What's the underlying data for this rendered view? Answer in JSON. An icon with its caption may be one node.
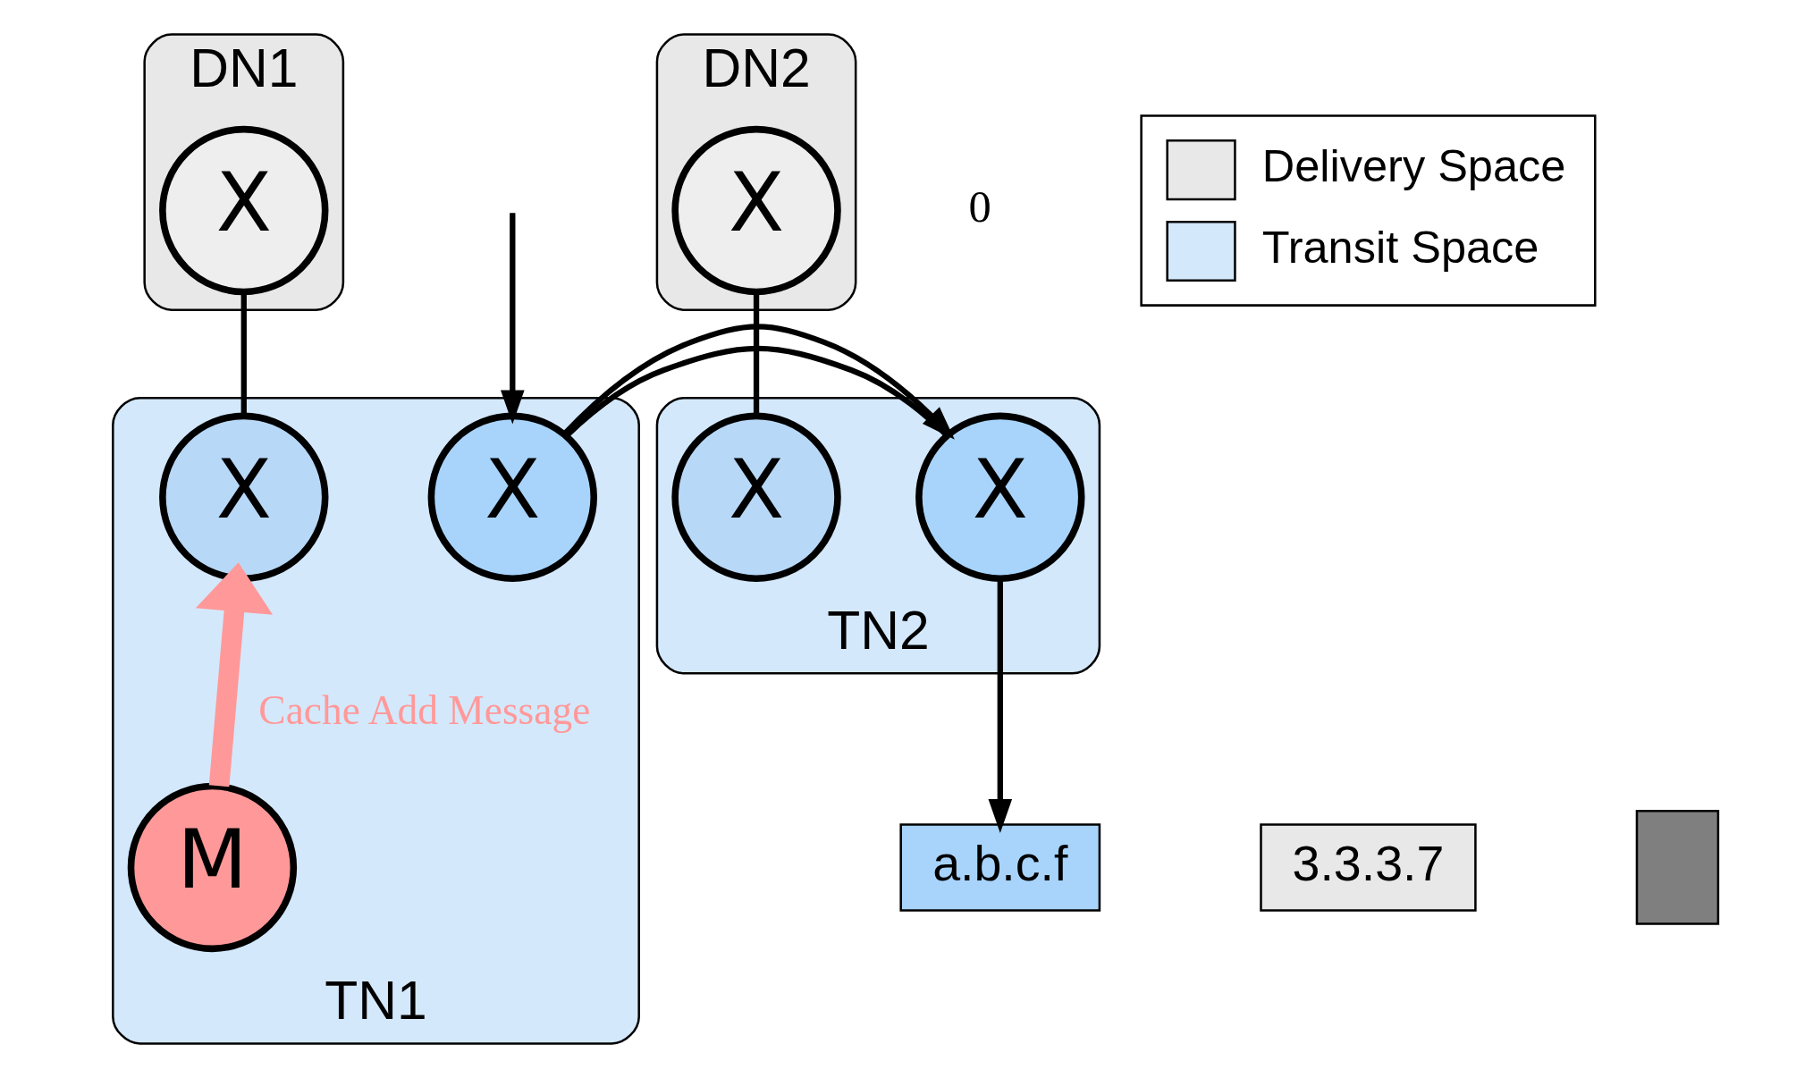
{
  "diagram": {
    "nodes": [
      {
        "text": [
          "DN1"
        ]
      },
      {
        "text": [
          "X"
        ],
        "in": 0
      },
      {
        "text": [
          "DN2"
        ]
      },
      {
        "text": [
          "X"
        ],
        "in": 2
      },
      {
        "text": [
          "TN1"
        ]
      },
      {
        "text": [
          "X"
        ],
        "in": 4
      },
      {
        "text": [
          "X"
        ],
        "in": 4
      },
      {
        "text": [
          "M"
        ],
        "in": 4
      },
      {
        "text": [
          "TN2"
        ]
      },
      {
        "text": [
          "X"
        ],
        "in": 8
      },
      {
        "text": [
          "X"
        ],
        "in": 8
      },
      {
        "text": [
          "a.b.c.f"
        ]
      },
      {
        "text": [
          "3.3.3.7"
        ]
      },
      {
        "text": [],
        "shape": "box"
      }
    ],
    "edges": [
      {
        "from": 1,
        "to": 5,
        "arrow": "none"
      },
      {
        "from": 3,
        "to": 10,
        "arrow": "none"
      },
      {
        "from": 6,
        "to": 9,
        "arrow": "none"
      },
      {
        "from": 7,
        "to": 5,
        "arrow": "to",
        "style": "thick",
        "color": "#ff9999",
        "label": "Cache Add Message"
      },
      {
        "from": null,
        "to": 6,
        "arrow": "to"
      },
      {
        "from": 6,
        "to": 9,
        "arrow": "to"
      },
      {
        "from": 9,
        "to": 11,
        "arrow": "to"
      }
    ],
    "labels": [
      "0"
    ],
    "legend": [
      {
        "text": "Delivery Space",
        "color": "#e8e8e8"
      },
      {
        "text": "Transit Space",
        "color": "#d4e8fc"
      }
    ]
  }
}
